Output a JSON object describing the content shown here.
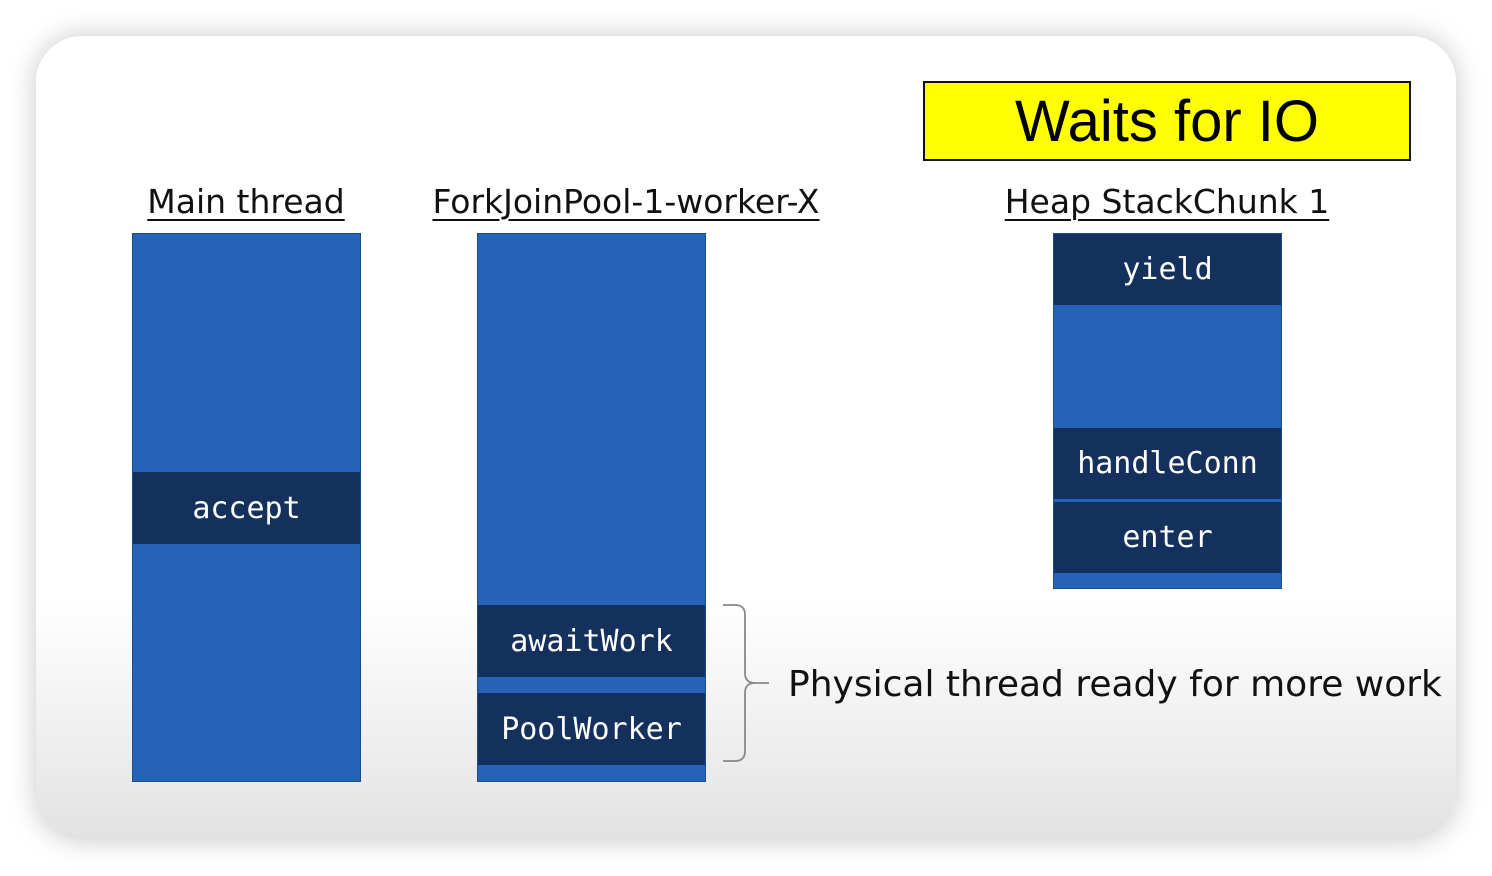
{
  "banner": "Waits for IO",
  "columns": {
    "main": {
      "title": "Main thread",
      "frames": [
        "accept"
      ]
    },
    "worker": {
      "title": "ForkJoinPool-1-worker-X",
      "frames": [
        "awaitWork",
        "PoolWorker"
      ]
    },
    "heap": {
      "title": "Heap StackChunk 1",
      "frames": [
        "yield",
        "handleConn",
        "enter"
      ]
    }
  },
  "annotation": "Physical thread ready for more work",
  "colors": {
    "banner_bg": "#ffff00",
    "stack_bg": "#2563b8",
    "frame_bg": "#14315e",
    "frame_text": "#ffffff"
  }
}
